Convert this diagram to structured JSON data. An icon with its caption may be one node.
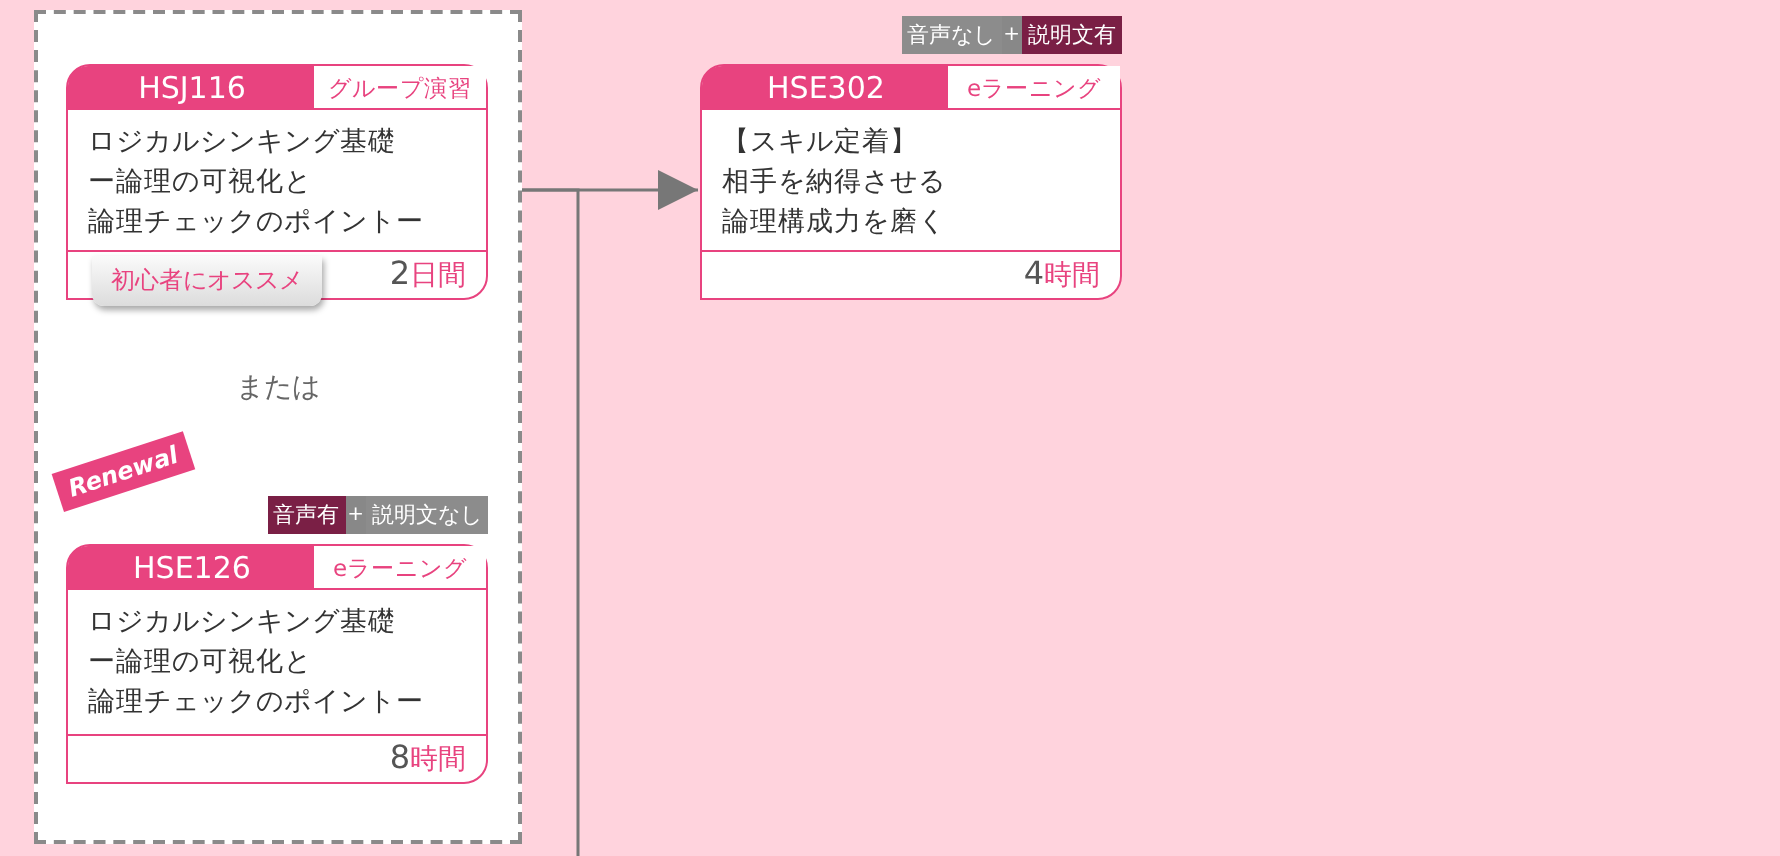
{
  "diagram": {
    "nodes": [
      {
        "text": [],
        "shape": "box"
      },
      {
        "text": [
          "HSJ116",
          "グループ演習",
          "ロジカルシンキング基礎ー論理の可視化と論理チェックのポイントー",
          "2日間",
          "初心者にオススメ"
        ],
        "in": 0
      },
      {
        "text": [
          "HSE126",
          "eラーニング",
          "ロジカルシンキング基礎ー論理の可視化と論理チェックのポイントー",
          "8時間"
        ],
        "beside": [
          "Renewal",
          "音声有",
          "+",
          "説明文なし"
        ],
        "in": 0
      },
      {
        "text": [
          "HSE302",
          "eラーニング",
          "【スキル定着】相手を納得させる論理構成力を磨く",
          "4時間"
        ],
        "beside": [
          "音声なし",
          "+",
          "説明文有"
        ]
      }
    ],
    "edges": [
      {
        "from": 0,
        "to": 3,
        "arrow": "to"
      },
      {
        "from": 0,
        "to": null,
        "arrow": "none"
      }
    ],
    "labels": [
      "または"
    ]
  }
}
